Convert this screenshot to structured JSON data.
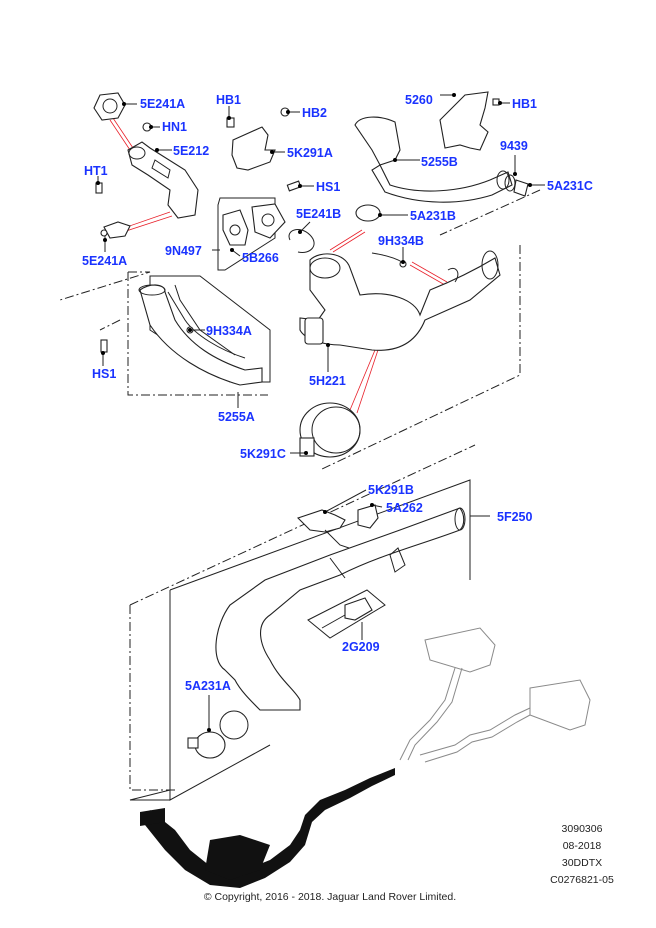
{
  "diagram": {
    "title": "Exhaust system parts diagram",
    "accent_label_color": "#1a33ff",
    "callouts": [
      {
        "id": "c1",
        "label": "5E241A"
      },
      {
        "id": "c2",
        "label": "HN1"
      },
      {
        "id": "c3",
        "label": "5E212"
      },
      {
        "id": "c4",
        "label": "HT1"
      },
      {
        "id": "c5",
        "label": "5E241A"
      },
      {
        "id": "c6",
        "label": "HB1"
      },
      {
        "id": "c7",
        "label": "HB2"
      },
      {
        "id": "c8",
        "label": "5K291A"
      },
      {
        "id": "c9",
        "label": "HS1"
      },
      {
        "id": "c10",
        "label": "5E241B"
      },
      {
        "id": "c11",
        "label": "9N497"
      },
      {
        "id": "c12",
        "label": "5B266"
      },
      {
        "id": "c13",
        "label": "5260"
      },
      {
        "id": "c14",
        "label": "HB1"
      },
      {
        "id": "c15",
        "label": "5255B"
      },
      {
        "id": "c16",
        "label": "9439"
      },
      {
        "id": "c17",
        "label": "5A231C"
      },
      {
        "id": "c18",
        "label": "5A231B"
      },
      {
        "id": "c19",
        "label": "9H334B"
      },
      {
        "id": "c20",
        "label": "9H334A"
      },
      {
        "id": "c21",
        "label": "HS1"
      },
      {
        "id": "c22",
        "label": "5255A"
      },
      {
        "id": "c23",
        "label": "5H221"
      },
      {
        "id": "c24",
        "label": "5K291C"
      },
      {
        "id": "c25",
        "label": "5K291B"
      },
      {
        "id": "c26",
        "label": "5A262"
      },
      {
        "id": "c27",
        "label": "5F250"
      },
      {
        "id": "c28",
        "label": "2G209"
      },
      {
        "id": "c29",
        "label": "5A231A"
      }
    ],
    "reference": {
      "illustration_number": "3090306",
      "date": "08-2018",
      "engine_code": "30DDTX",
      "drawing_code": "C0276821-05"
    },
    "copyright": "© Copyright, 2016 - 2018. Jaguar Land Rover Limited."
  }
}
